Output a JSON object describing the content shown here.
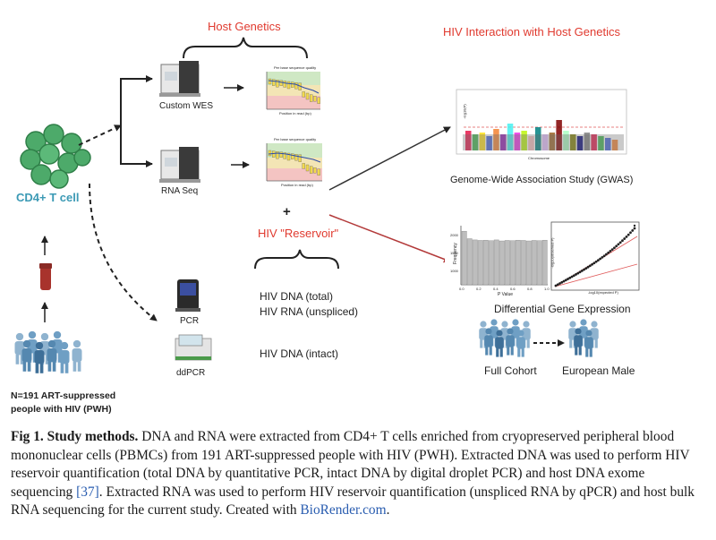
{
  "figure": {
    "host_genetics_title": "Host Genetics",
    "hiv_interaction_title": "HIV Interaction with Host Genetics",
    "cd4_label": "CD4+ T cell",
    "custom_wes_label": "Custom WES",
    "rna_seq_label": "RNA Seq",
    "plus_sign": "+",
    "hiv_reservoir_title": "HIV \"Reservoir\"",
    "pcr_label": "PCR",
    "ddpcr_label": "ddPCR",
    "hiv_dna_total": "HIV DNA (total)",
    "hiv_rna_unspliced": "HIV RNA (unspliced)",
    "hiv_dna_intact": "HIV DNA (intact)",
    "gwas_label": "Genome-Wide Association Study (GWAS)",
    "dge_label": "Differential Gene Expression",
    "full_cohort_label": "Full Cohort",
    "european_male_label": "European Male",
    "cohort_line1": "N=191 ART-suppressed",
    "cohort_line2": "people with HIV (PWH)",
    "qc_plot_title": "Per base sequence quality",
    "qc_xaxis": "Position in read (bp)",
    "hist_yaxis": "Frequency",
    "hist_xaxis": "P Value",
    "qq_yaxis": "-log10(observed P)",
    "qq_xaxis": "-log10(expected P)",
    "manhattan_yaxis": "-log10(P)",
    "manhattan_xaxis": "Chromosome",
    "hist_yticks": [
      "1000",
      "1500",
      "2000"
    ],
    "hist_xticks": [
      "0.0",
      "0.2",
      "0.4",
      "0.6",
      "0.8",
      "1.0"
    ]
  },
  "caption": {
    "label": "Fig 1. Study methods.",
    "text_before_ref": " DNA and RNA were extracted from CD4+ T cells enriched from cryopreserved peripheral blood mononuclear cells (PBMCs) from 191 ART-suppressed people with HIV (PWH). Extracted DNA was used to perform HIV reservoir quantification (total DNA by quantitative PCR, intact DNA by digital droplet PCR) and host DNA exome sequencing ",
    "ref": "[37]",
    "text_after_ref": ". Extracted RNA was used to perform HIV reservoir quantification (unspliced RNA by qPCR) and host bulk RNA sequencing for the current study. Created with ",
    "link": "BioRender.com",
    "end": "."
  },
  "chart_data": {
    "type": "bar",
    "description_free": true,
    "histogram_values": [
      2150,
      1850,
      1800,
      1780,
      1790,
      1770,
      1800,
      1760,
      1780,
      1770,
      1790,
      1780,
      1760,
      1780,
      1770,
      1790
    ],
    "qq_points": 40
  },
  "colors": {
    "accent_red": "#e03a2f",
    "accent_blue": "#3c9ab5",
    "cell_green": "#4daa6a",
    "people_blue": "#6f9fc4"
  }
}
